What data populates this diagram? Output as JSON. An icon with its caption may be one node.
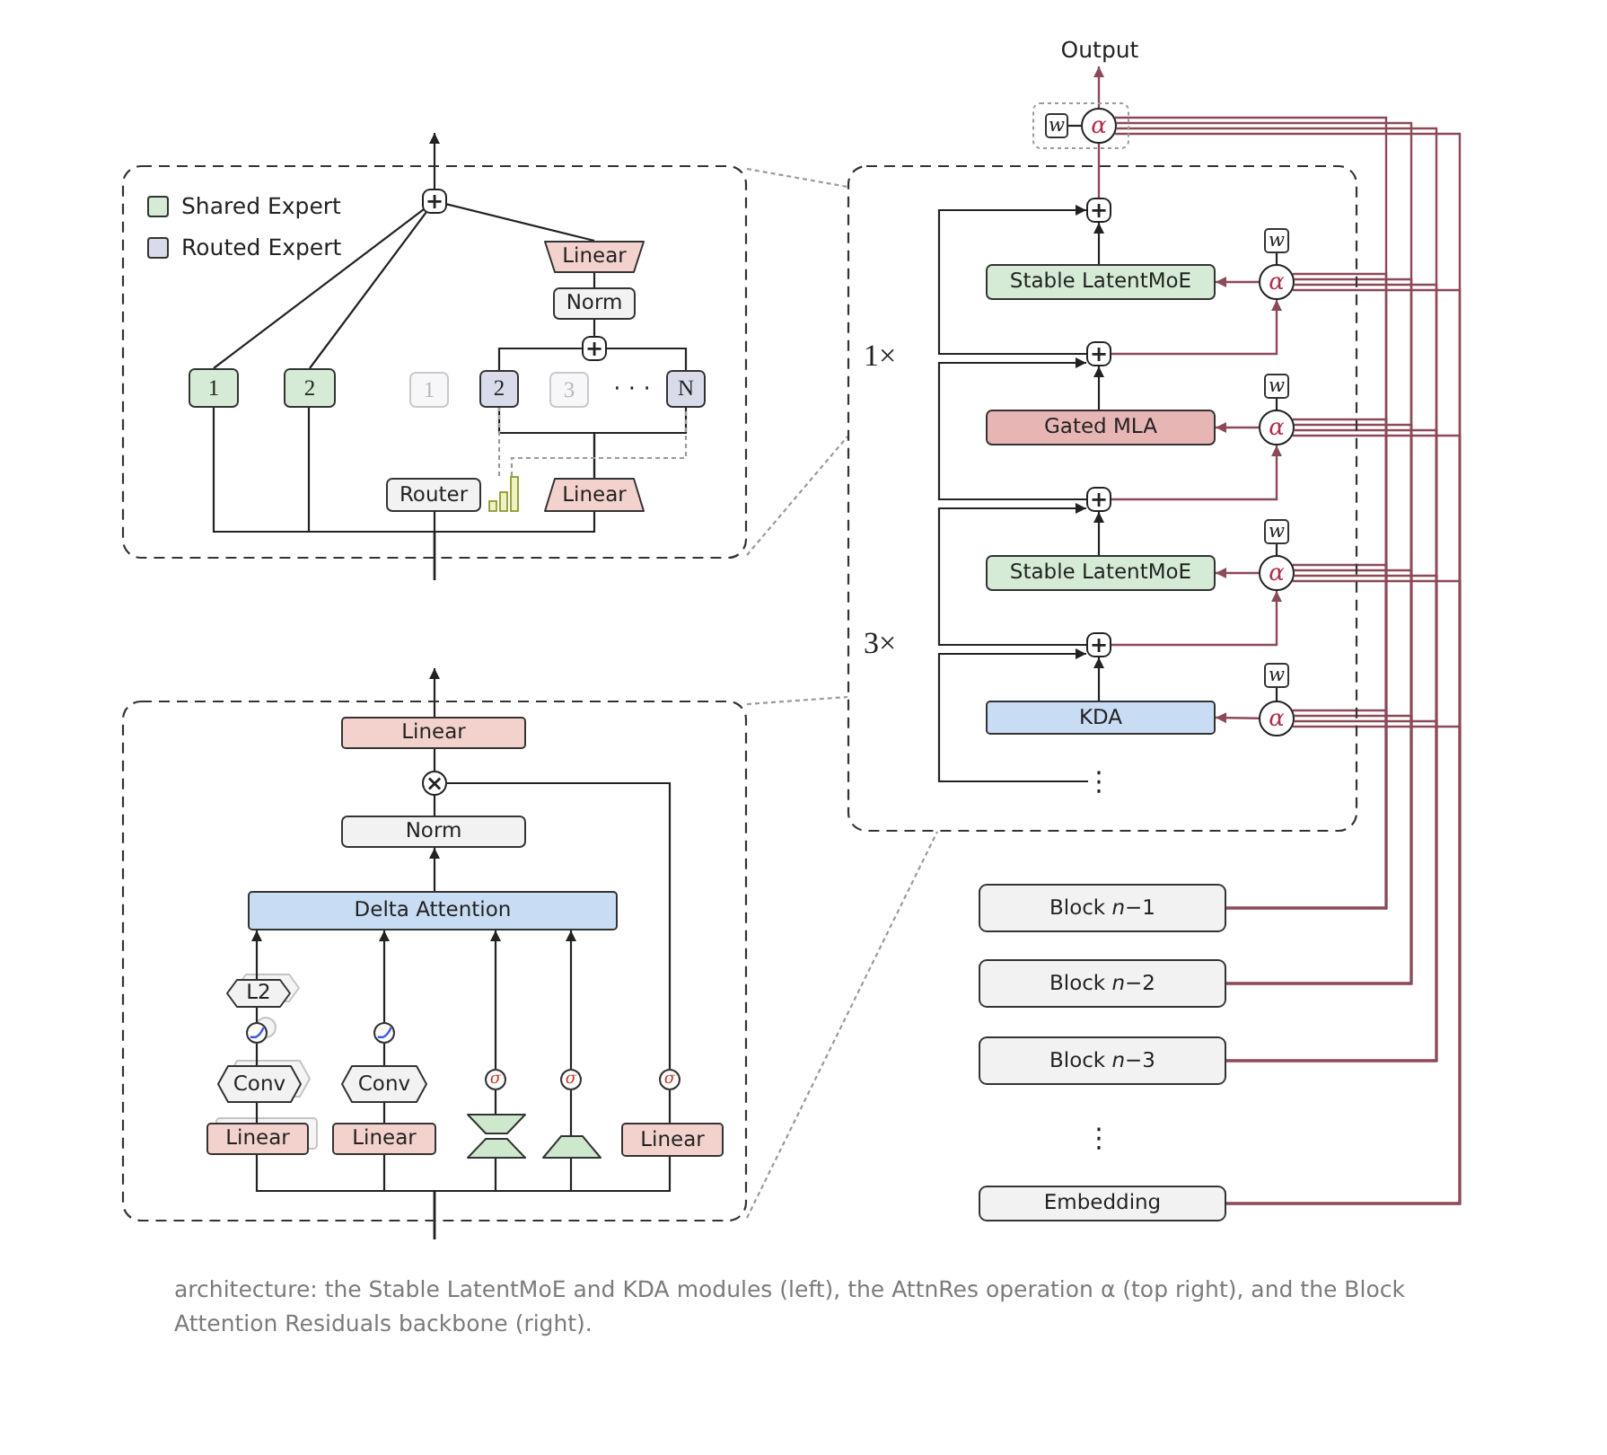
{
  "diagram": {
    "caption": "architecture: the Stable LatentMoE and KDA modules (left), the AttnRes operation α (top right), and the Block Attention Residuals backbone (right).",
    "nodes": [
      {
        "text": [],
        "shape": "box"
      },
      {
        "text": [
          "+"
        ],
        "in": 0
      },
      {
        "text": [
          "Linear"
        ],
        "in": 0
      },
      {
        "text": [
          "Norm"
        ],
        "in": 0
      },
      {
        "text": [
          "+"
        ],
        "in": 0
      },
      {
        "text": [
          "1"
        ],
        "in": 0
      },
      {
        "text": [
          "2"
        ],
        "in": 0
      },
      {
        "text": [
          "1"
        ],
        "in": 0
      },
      {
        "text": [
          "2"
        ],
        "in": 0
      },
      {
        "text": [
          "3"
        ],
        "in": 0
      },
      {
        "text": [
          "N"
        ],
        "in": 0
      },
      {
        "text": [
          "Router"
        ],
        "in": 0
      },
      {
        "text": [],
        "shape": "picture",
        "in": 0
      },
      {
        "text": [
          "Linear"
        ],
        "in": 0
      },
      {
        "text": [],
        "shape": "box"
      },
      {
        "text": [
          "Linear"
        ],
        "in": 14
      },
      {
        "text": [
          "×"
        ],
        "in": 14
      },
      {
        "text": [
          "Norm"
        ],
        "in": 14
      },
      {
        "text": [
          "Delta Attention"
        ],
        "in": 14
      },
      {
        "text": [
          "L2"
        ],
        "in": 14
      },
      {
        "text": [],
        "shape": "circle",
        "in": 14
      },
      {
        "text": [
          "Conv"
        ],
        "in": 14
      },
      {
        "text": [
          "Linear"
        ],
        "in": 14
      },
      {
        "text": [],
        "shape": "circle",
        "in": 14
      },
      {
        "text": [
          "Conv"
        ],
        "in": 14
      },
      {
        "text": [
          "Linear"
        ],
        "in": 14
      },
      {
        "text": [
          "σ"
        ],
        "in": 14
      },
      {
        "text": [],
        "shape": "hourglass",
        "in": 14
      },
      {
        "text": [
          "σ"
        ],
        "in": 14
      },
      {
        "text": [],
        "shape": "trapezoid",
        "in": 14
      },
      {
        "text": [
          "σ"
        ],
        "in": 14
      },
      {
        "text": [
          "Linear"
        ],
        "in": 14
      },
      {
        "text": [
          "Output"
        ]
      },
      {
        "text": [],
        "shape": "box"
      },
      {
        "text": [
          "w"
        ],
        "in": 33
      },
      {
        "text": [
          "α"
        ],
        "in": 33
      },
      {
        "text": [],
        "shape": "box"
      },
      {
        "text": [
          "+"
        ],
        "in": 36
      },
      {
        "text": [
          "w"
        ],
        "in": 36
      },
      {
        "text": [
          "Stable LatentMoE"
        ],
        "in": 36
      },
      {
        "text": [
          "α"
        ],
        "in": 36
      },
      {
        "text": [
          "+"
        ],
        "in": 36
      },
      {
        "text": [
          "w"
        ],
        "in": 36
      },
      {
        "text": [
          "Gated MLA"
        ],
        "in": 36
      },
      {
        "text": [
          "α"
        ],
        "in": 36
      },
      {
        "text": [
          "+"
        ],
        "in": 36
      },
      {
        "text": [
          "w"
        ],
        "in": 36
      },
      {
        "text": [
          "Stable LatentMoE"
        ],
        "in": 36
      },
      {
        "text": [
          "α"
        ],
        "in": 36
      },
      {
        "text": [
          "+"
        ],
        "in": 36
      },
      {
        "text": [
          "w"
        ],
        "in": 36
      },
      {
        "text": [
          "KDA"
        ],
        "in": 36
      },
      {
        "text": [
          "α"
        ],
        "in": 36
      },
      {
        "text": [
          "⋮"
        ],
        "in": 36
      },
      {
        "text": [
          "Block *n*−1"
        ]
      },
      {
        "text": [
          "Block *n*−2"
        ]
      },
      {
        "text": [
          "Block *n*−3"
        ]
      },
      {
        "text": [
          "Embedding"
        ]
      }
    ],
    "edges": [
      {
        "from": null,
        "to": 5,
        "arrow": "none"
      },
      {
        "from": null,
        "to": 6,
        "arrow": "none"
      },
      {
        "from": null,
        "to": 11,
        "arrow": "none"
      },
      {
        "from": null,
        "to": 13,
        "arrow": "none"
      },
      {
        "from": 13,
        "to": 8,
        "arrow": "none"
      },
      {
        "from": 13,
        "to": 10,
        "arrow": "none"
      },
      {
        "from": 12,
        "to": 8,
        "arrow": "none",
        "style": "dashed",
        "color": "#9a9a9a"
      },
      {
        "from": 12,
        "to": 10,
        "arrow": "none",
        "style": "dashed",
        "color": "#9a9a9a"
      },
      {
        "from": 8,
        "to": 4,
        "arrow": "none"
      },
      {
        "from": 10,
        "to": 4,
        "arrow": "none"
      },
      {
        "from": 4,
        "to": 3,
        "arrow": "none"
      },
      {
        "from": 3,
        "to": 2,
        "arrow": "none"
      },
      {
        "from": 2,
        "to": 1,
        "arrow": "none"
      },
      {
        "from": 5,
        "to": 1,
        "arrow": "none"
      },
      {
        "from": 6,
        "to": 1,
        "arrow": "none"
      },
      {
        "from": 1,
        "to": null,
        "arrow": "to"
      },
      {
        "from": null,
        "to": 22,
        "arrow": "none"
      },
      {
        "from": null,
        "to": 25,
        "arrow": "none"
      },
      {
        "from": null,
        "to": 27,
        "arrow": "none"
      },
      {
        "from": null,
        "to": 29,
        "arrow": "none"
      },
      {
        "from": null,
        "to": 31,
        "arrow": "none"
      },
      {
        "from": 22,
        "to": 21,
        "arrow": "none"
      },
      {
        "from": 21,
        "to": 20,
        "arrow": "none"
      },
      {
        "from": 20,
        "to": 19,
        "arrow": "none"
      },
      {
        "from": 19,
        "to": 18,
        "arrow": "to"
      },
      {
        "from": 25,
        "to": 24,
        "arrow": "none"
      },
      {
        "from": 24,
        "to": 23,
        "arrow": "none"
      },
      {
        "from": 23,
        "to": 18,
        "arrow": "to"
      },
      {
        "from": 27,
        "to": 26,
        "arrow": "none"
      },
      {
        "from": 26,
        "to": 18,
        "arrow": "to"
      },
      {
        "from": 29,
        "to": 28,
        "arrow": "none"
      },
      {
        "from": 28,
        "to": 18,
        "arrow": "to"
      },
      {
        "from": 31,
        "to": 30,
        "arrow": "none"
      },
      {
        "from": 30,
        "to": 16,
        "arrow": "none"
      },
      {
        "from": 18,
        "to": 17,
        "arrow": "to"
      },
      {
        "from": 17,
        "to": 16,
        "arrow": "none"
      },
      {
        "from": 16,
        "to": 15,
        "arrow": "none"
      },
      {
        "from": 15,
        "to": null,
        "arrow": "to"
      },
      {
        "from": 35,
        "to": 32,
        "arrow": "to",
        "color": "#8b4a57"
      },
      {
        "from": 34,
        "to": 35,
        "arrow": "none"
      },
      {
        "from": 37,
        "to": 35,
        "arrow": "none",
        "color": "#8b4a57"
      },
      {
        "from": 39,
        "to": 37,
        "arrow": "to"
      },
      {
        "from": 41,
        "to": 37,
        "arrow": "to"
      },
      {
        "from": 38,
        "to": 40,
        "arrow": "none"
      },
      {
        "from": 40,
        "to": 39,
        "arrow": "to",
        "color": "#8b4a57"
      },
      {
        "from": 41,
        "to": 40,
        "arrow": "to",
        "color": "#8b4a57"
      },
      {
        "from": 43,
        "to": 41,
        "arrow": "to"
      },
      {
        "from": 45,
        "to": 41,
        "arrow": "to"
      },
      {
        "from": 42,
        "to": 44,
        "arrow": "none"
      },
      {
        "from": 44,
        "to": 43,
        "arrow": "to",
        "color": "#8b4a57"
      },
      {
        "from": 45,
        "to": 44,
        "arrow": "to",
        "color": "#8b4a57"
      },
      {
        "from": 47,
        "to": 45,
        "arrow": "to"
      },
      {
        "from": 49,
        "to": 45,
        "arrow": "to"
      },
      {
        "from": 46,
        "to": 48,
        "arrow": "none"
      },
      {
        "from": 48,
        "to": 47,
        "arrow": "to",
        "color": "#8b4a57"
      },
      {
        "from": 49,
        "to": 48,
        "arrow": "to",
        "color": "#8b4a57"
      },
      {
        "from": 51,
        "to": 49,
        "arrow": "to"
      },
      {
        "from": 53,
        "to": 49,
        "arrow": "to"
      },
      {
        "from": 50,
        "to": 52,
        "arrow": "none"
      },
      {
        "from": 52,
        "to": 51,
        "arrow": "to",
        "color": "#8b4a57"
      },
      {
        "from": 54,
        "to": 35,
        "arrow": "none",
        "color": "#8b4a57"
      },
      {
        "from": 55,
        "to": 35,
        "arrow": "none",
        "color": "#8b4a57"
      },
      {
        "from": 56,
        "to": 35,
        "arrow": "none",
        "color": "#8b4a57"
      },
      {
        "from": 57,
        "to": 35,
        "arrow": "none",
        "color": "#8b4a57"
      },
      {
        "from": 54,
        "to": 40,
        "arrow": "none",
        "color": "#8b4a57"
      },
      {
        "from": 55,
        "to": 40,
        "arrow": "none",
        "color": "#8b4a57"
      },
      {
        "from": 56,
        "to": 40,
        "arrow": "none",
        "color": "#8b4a57"
      },
      {
        "from": 57,
        "to": 40,
        "arrow": "none",
        "color": "#8b4a57"
      },
      {
        "from": 54,
        "to": 44,
        "arrow": "none",
        "color": "#8b4a57"
      },
      {
        "from": 55,
        "to": 44,
        "arrow": "none",
        "color": "#8b4a57"
      },
      {
        "from": 56,
        "to": 44,
        "arrow": "none",
        "color": "#8b4a57"
      },
      {
        "from": 57,
        "to": 44,
        "arrow": "none",
        "color": "#8b4a57"
      },
      {
        "from": 54,
        "to": 48,
        "arrow": "none",
        "color": "#8b4a57"
      },
      {
        "from": 55,
        "to": 48,
        "arrow": "none",
        "color": "#8b4a57"
      },
      {
        "from": 56,
        "to": 48,
        "arrow": "none",
        "color": "#8b4a57"
      },
      {
        "from": 57,
        "to": 48,
        "arrow": "none",
        "color": "#8b4a57"
      },
      {
        "from": 54,
        "to": 52,
        "arrow": "none",
        "color": "#8b4a57"
      },
      {
        "from": 55,
        "to": 52,
        "arrow": "none",
        "color": "#8b4a57"
      },
      {
        "from": 56,
        "to": 52,
        "arrow": "none",
        "color": "#8b4a57"
      },
      {
        "from": 57,
        "to": 52,
        "arrow": "none",
        "color": "#8b4a57"
      },
      {
        "from": 0,
        "to": 36,
        "arrow": "none",
        "style": "dashed",
        "color": "#9a9a9a"
      },
      {
        "from": 0,
        "to": 36,
        "arrow": "none",
        "style": "dashed",
        "color": "#9a9a9a"
      },
      {
        "from": 14,
        "to": 36,
        "arrow": "none",
        "style": "dashed",
        "color": "#9a9a9a"
      },
      {
        "from": 14,
        "to": 36,
        "arrow": "none",
        "style": "dashed",
        "color": "#9a9a9a"
      }
    ],
    "labels": [
      "· · ·",
      "1×",
      "3×",
      "⋮"
    ],
    "legend": [
      {
        "text": "Shared Expert",
        "color": "#d5ebd5"
      },
      {
        "text": "Routed Expert",
        "color": "#dadbea"
      }
    ]
  }
}
